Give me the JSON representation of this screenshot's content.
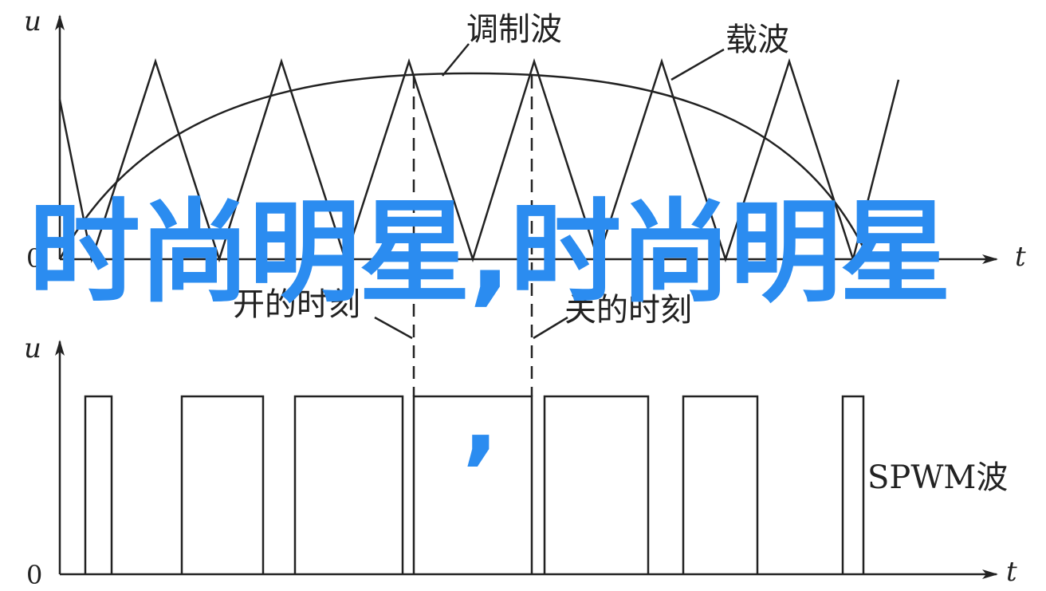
{
  "labels": {
    "top_y_axis": "u",
    "top_x_axis": "t",
    "top_origin": "0",
    "bottom_y_axis": "u",
    "bottom_x_axis": "t",
    "bottom_origin": "0",
    "modulation_wave": "调制波",
    "carrier_wave": "载波",
    "on_moment": "开的时刻",
    "off_moment": "关的时刻",
    "spwm_wave": "SPWM波"
  },
  "watermark": {
    "text": "时尚明星,时尚明星",
    "comma": ",",
    "color": "#2b8cf0"
  },
  "colors": {
    "line": "#222222",
    "background": "#ffffff"
  }
}
